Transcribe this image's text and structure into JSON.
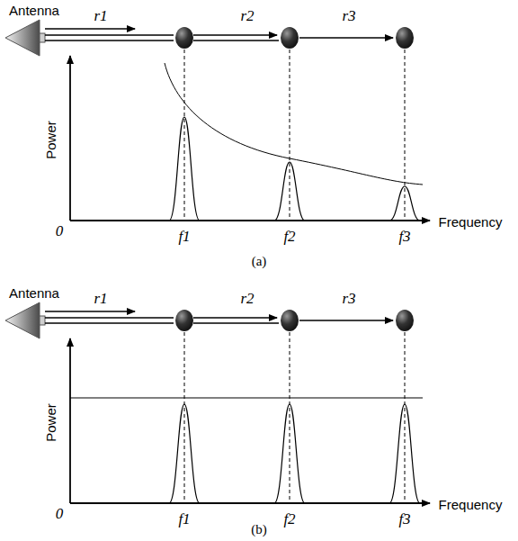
{
  "diagram": {
    "labels": [
      "Antenna",
      "r1",
      "r2",
      "r3",
      "Power",
      "0",
      "f1",
      "f2",
      "f3",
      "Frequency",
      "(a)",
      "Antenna",
      "r1",
      "r2",
      "r3",
      "Power",
      "0",
      "f1",
      "f2",
      "f3",
      "Frequency",
      "(b)"
    ]
  }
}
